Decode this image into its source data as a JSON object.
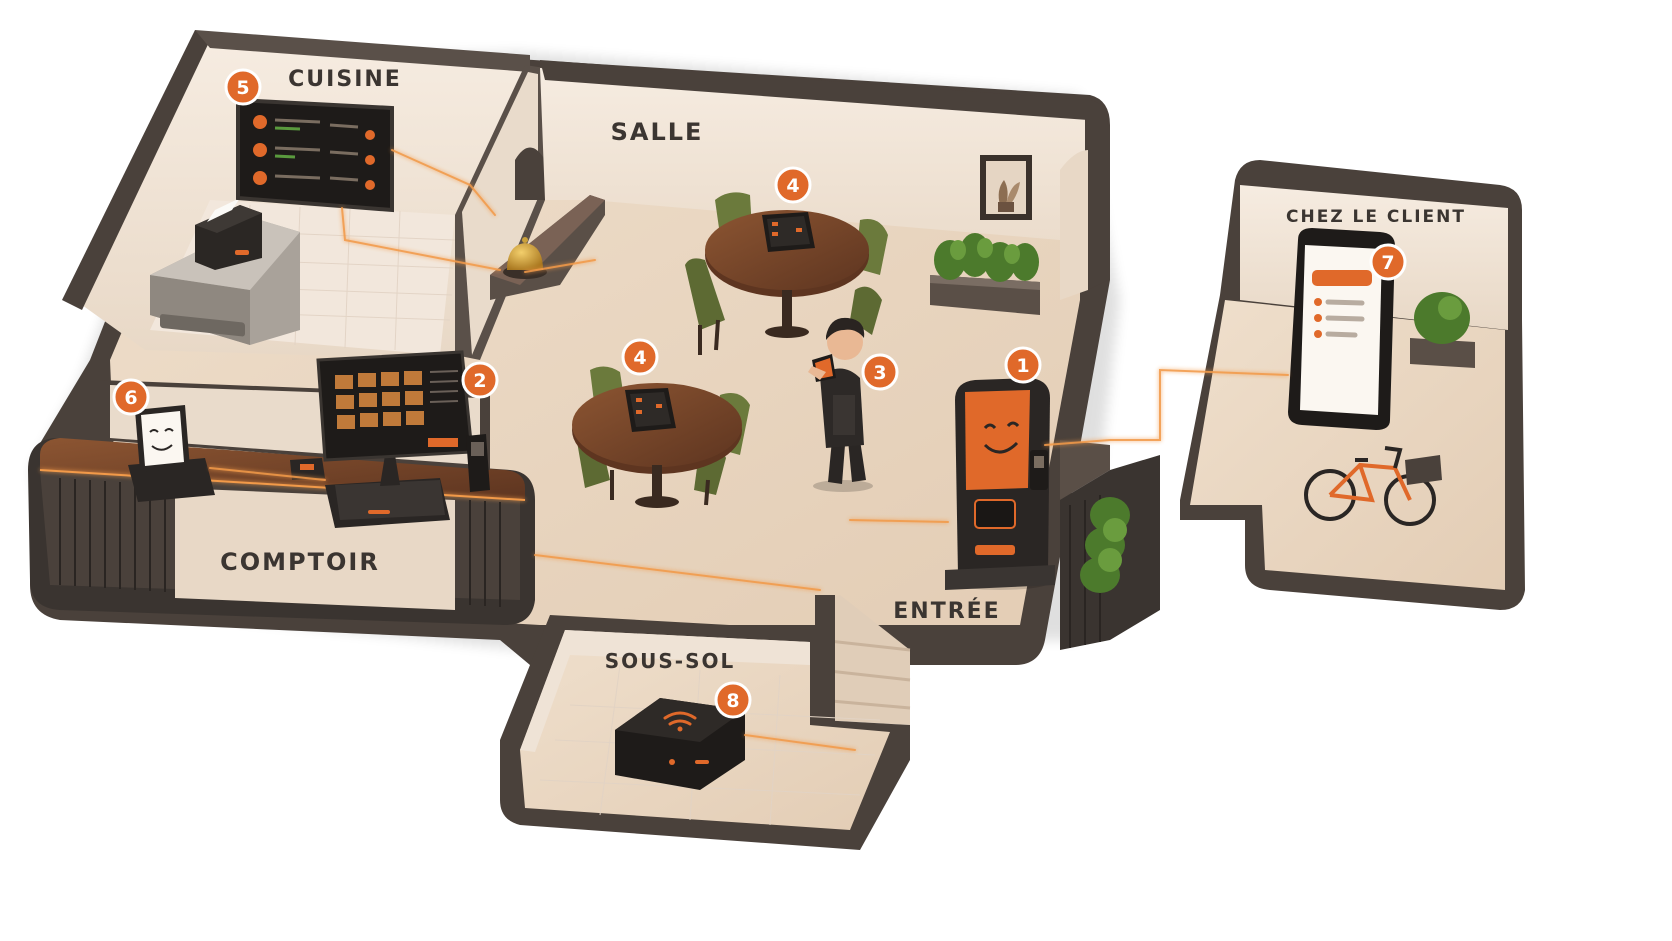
{
  "zones": {
    "cuisine": "CUISINE",
    "salle": "SALLE",
    "comptoir": "COMPTOIR",
    "entree": "ENTRÉE",
    "sous_sol": "SOUS-SOL",
    "chez_le_client": "CHEZ LE CLIENT"
  },
  "markers": {
    "kiosk": "1",
    "pos_terminal": "2",
    "waiter_handheld": "3",
    "table_tablet_back": "4",
    "table_tablet_front": "4",
    "kitchen_display": "5",
    "customer_display": "6",
    "customer_phone": "7",
    "router": "8"
  },
  "colors": {
    "accent": "#e0692a",
    "wall": "#f1e4d6",
    "wall_rim": "#4a413b",
    "floor": "#ead8c4",
    "wood": "#7a4a2c",
    "chair": "#6b7a3c",
    "connection_glow": "#f29a4a"
  },
  "icons": [
    "bell-icon",
    "receipt-printer-icon",
    "kiosk-icon",
    "smartphone-icon",
    "bicycle-icon",
    "router-icon",
    "wifi-icon",
    "plant-icon",
    "picture-frame-icon",
    "waiter-icon"
  ]
}
